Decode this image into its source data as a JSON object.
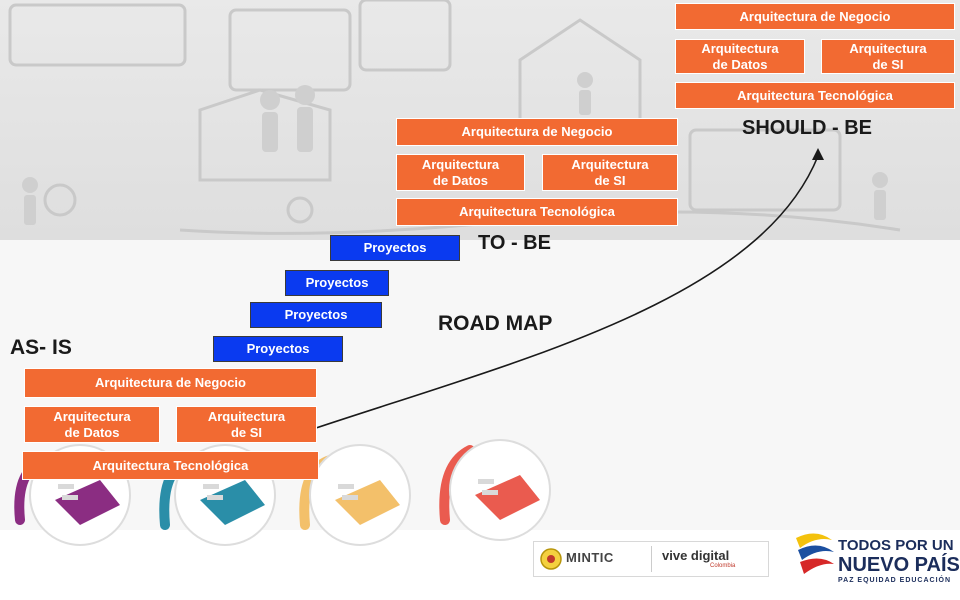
{
  "colors": {
    "orange": "#f26a32",
    "blue": "#0a3af0",
    "text_dark": "#1a1a1a",
    "plug_purple": "#8b2d82",
    "plug_teal": "#2a8ea8",
    "plug_yellow": "#f3c06a",
    "plug_red": "#ea5b4f"
  },
  "labels": {
    "negocio": "Arquitectura de Negocio",
    "datos_l1": "Arquitectura",
    "datos_l2": "de Datos",
    "si_l1": "Arquitectura",
    "si_l2": "de SI",
    "tecnologica": "Arquitectura Tecnológica",
    "proyectos": "Proyectos"
  },
  "stages": {
    "as_is": "AS- IS",
    "road_map": "ROAD MAP",
    "to_be": "TO - BE",
    "should_be": "SHOULD - BE"
  },
  "logos": {
    "mintic": "MINTIC",
    "vive_digital": "vive digital",
    "vive_digital_sub": "Colombia",
    "todos_l1": "TODOS POR UN",
    "todos_l2": "NUEVO PAÍS",
    "todos_l3": "PAZ  EQUIDAD  EDUCACIÓN"
  },
  "icons": [
    "illustration-background",
    "power-plug-icon",
    "colombia-seal-icon",
    "colombia-flag-swoosh-icon"
  ]
}
